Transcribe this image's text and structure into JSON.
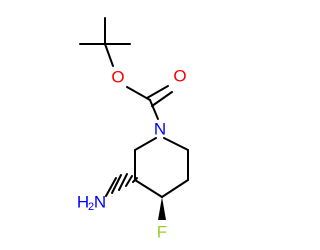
{
  "molecule": {
    "atoms": {
      "carbonyl_oxygen": {
        "symbol": "O",
        "color": "#ff0000"
      },
      "ester_oxygen": {
        "symbol": "O",
        "color": "#ff0000"
      },
      "ring_nitrogen": {
        "symbol": "N",
        "color": "#0000ff"
      },
      "amine": {
        "symbol": "H",
        "subscript": "2",
        "suffix": "N",
        "color": "#0000ff"
      },
      "fluorine": {
        "symbol": "F",
        "color": "#9acd32"
      }
    },
    "bond_color": "#000000",
    "stereo": {
      "amine_bond": "hashed-wedge",
      "fluorine_bond": "solid-wedge"
    }
  }
}
